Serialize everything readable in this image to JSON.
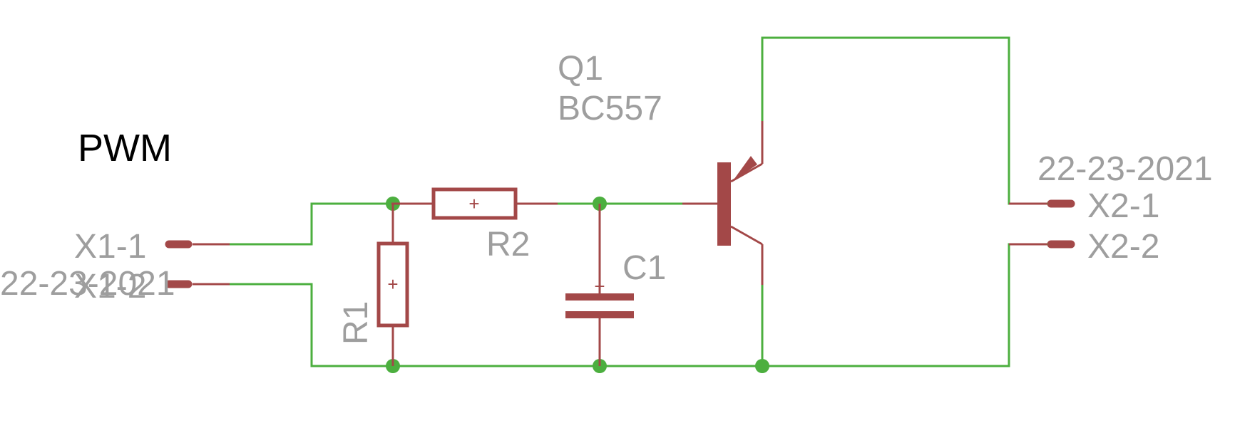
{
  "colors": {
    "wire": "#4caf3f",
    "component": "#a34848",
    "label": "#9e9e9e",
    "title": "#000000",
    "background": "#ffffff"
  },
  "title": "PWM",
  "components": {
    "q1": {
      "name": "Q1",
      "value": "BC557"
    },
    "r1": {
      "name": "R1"
    },
    "r2": {
      "name": "R2"
    },
    "c1": {
      "name": "C1"
    }
  },
  "connectors": {
    "x1": {
      "value": "22-23-2021",
      "pin1": "X1-1",
      "pin2": "X1-2"
    },
    "x2": {
      "value": "22-23-2021",
      "pin1": "X2-1",
      "pin2": "X2-2"
    }
  },
  "symbols": {
    "origin_mark": "+"
  }
}
